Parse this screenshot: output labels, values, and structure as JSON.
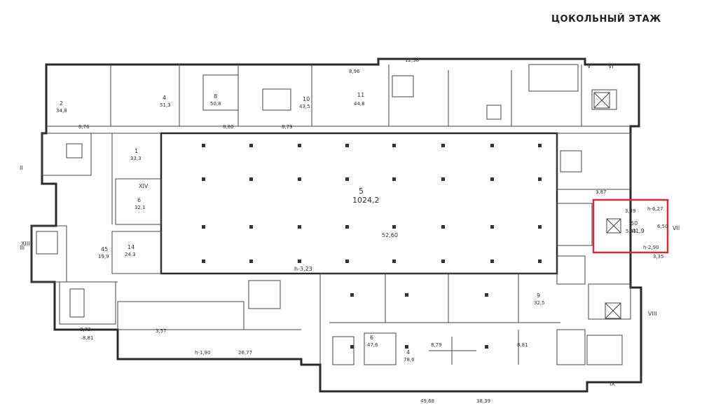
{
  "title": "ЦОКОЛЬНЫЙ ЭТАЖ",
  "highlight_color": "#d32f3a",
  "rooms": [
    {
      "id": "room-5",
      "number": "5",
      "area": "1024,2"
    },
    {
      "id": "room-50",
      "number": "50",
      "area": "41,9"
    },
    {
      "id": "room-1",
      "number": "1",
      "area": "33,3"
    },
    {
      "id": "room-2",
      "number": "2",
      "area": "34,8"
    },
    {
      "id": "room-6",
      "number": "6",
      "area": "32,1"
    },
    {
      "id": "room-14",
      "number": "14",
      "area": "24,3"
    },
    {
      "id": "room-10",
      "number": "10",
      "area": "43,5"
    },
    {
      "id": "room-11",
      "number": "11",
      "area": "44,8"
    },
    {
      "id": "room-8",
      "number": "8",
      "area": "50,8"
    },
    {
      "id": "room-4",
      "number": "4",
      "area": "51,3"
    },
    {
      "id": "room-6b",
      "number": "6",
      "area": "47,6"
    },
    {
      "id": "room-4b",
      "number": "4",
      "area": "78,6"
    },
    {
      "id": "room-9",
      "number": "9",
      "area": "32,5"
    },
    {
      "id": "room-45",
      "number": "45",
      "area": "19,9"
    }
  ],
  "highlighted_room": {
    "number": "50",
    "area": "41,9",
    "d1": "3,39",
    "d2": "5,45",
    "h1": "h-6,27",
    "h2": "h-2,90",
    "w": "6,50"
  },
  "dimensions": {
    "bottom_total": "49,68",
    "bottom_right": "38,39",
    "center_width": "52,60",
    "center_height": "h-3,23",
    "left_top": "8,76",
    "top_a": "8,80",
    "top_b": "8,79",
    "top_c": "8,96",
    "top_d": "12,38",
    "bottom_a": "8,81",
    "bottom_b": "8,73",
    "bottom_c": "h-1,90",
    "bottom_d": "26,77",
    "right_a": "3,87",
    "right_b": "3,35",
    "mid_a": "8,79",
    "mid_b": "8,81",
    "mid_c": "3,57"
  },
  "axis_marks": [
    "II",
    "III",
    "V",
    "VI",
    "VII",
    "VIII",
    "IX",
    "XIV",
    "XIII"
  ]
}
